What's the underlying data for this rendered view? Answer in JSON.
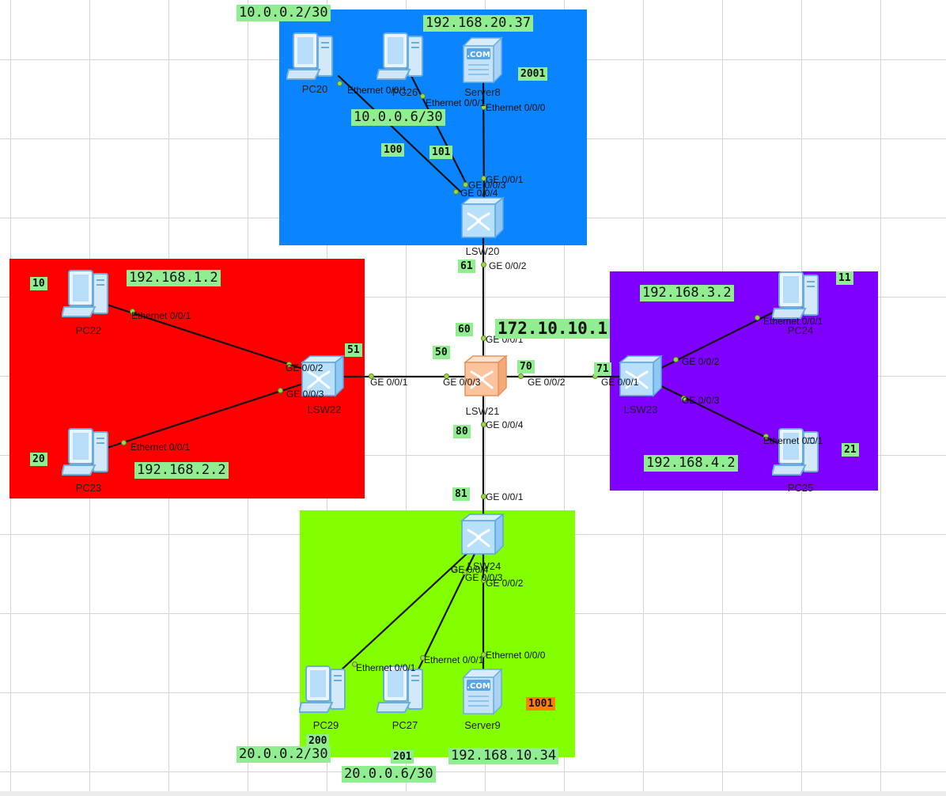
{
  "colors": {
    "area_blue": "#0a84ff",
    "area_red": "#ff0000",
    "area_purple": "#7f00ff",
    "area_green": "#84ff00",
    "label_bg": "#90ee90",
    "label_orange": "#ff7f00"
  },
  "devices": {
    "pc20": "PC20",
    "pc26": "PC26",
    "server8": "Server8",
    "lsw20": "LSW20",
    "pc22": "PC22",
    "pc23": "PC23",
    "lsw22": "LSW22",
    "lsw21": "LSW21",
    "lsw23": "LSW23",
    "pc24": "PC24",
    "pc25": "PC25",
    "lsw24": "LSW24",
    "pc29": "PC29",
    "pc27": "PC27",
    "server9": "Server9"
  },
  "labels": {
    "net_10_0_0_2": "10.0.0.2/30",
    "ip_192_168_20_37": "192.168.20.37",
    "n2001": "2001",
    "net_10_0_0_6": "10.0.0.6/30",
    "n100": "100",
    "n101": "101",
    "n61": "61",
    "n10": "10",
    "ip_192_168_1_2": "192.168.1.2",
    "n51": "51",
    "n20": "20",
    "ip_192_168_2_2": "192.168.2.2",
    "n60": "60",
    "n50": "50",
    "ip_172_10_10_1": "172.10.10.1",
    "n70": "70",
    "n71": "71",
    "ip_192_168_3_2": "192.168.3.2",
    "n11": "11",
    "ip_192_168_4_2": "192.168.4.2",
    "n21": "21",
    "n80": "80",
    "n81": "81",
    "n1001": "1001",
    "n200": "200",
    "net_20_0_0_2": "20.0.0.2/30",
    "n201": "201",
    "ip_192_168_10_34": "192.168.10.34",
    "net_20_0_0_6": "20.0.0.6/30"
  },
  "ports": {
    "pc20_eth": "Ethernet 0/0/1",
    "pc26_eth": "Ethernet 0/0/1",
    "server8_eth": "Ethernet 0/0/0",
    "lsw20_g1": "GE 0/0/1",
    "lsw20_g3": "GE 0/0/3",
    "lsw20_g4": "GE 0/0/4",
    "lsw20_g2": "GE 0/0/2",
    "pc22_eth": "Ethernet 0/0/1",
    "pc23_eth": "Ethernet 0/0/1",
    "lsw22_g2": "GE 0/0/2",
    "lsw22_g3": "GE 0/0/3",
    "lsw22_g1": "GE 0/0/1",
    "lsw21_g1": "GE 0/0/1",
    "lsw21_g3": "GE 0/0/3",
    "lsw21_g2": "GE 0/0/2",
    "lsw21_g4": "GE 0/0/4",
    "lsw23_g1": "GE 0/0/1",
    "lsw23_g2": "GE 0/0/2",
    "lsw23_g3": "GE 0/0/3",
    "pc24_eth": "Ethernet 0/0/1",
    "pc25_eth": "Ethernet 0/0/1",
    "lsw24_g1": "GE 0/0/1",
    "lsw24_g4": "GE 0/0/4",
    "lsw24_g3": "GE 0/0/3",
    "lsw24_g2": "GE 0/0/2",
    "pc29_eth": "Ethernet 0/0/1",
    "pc27_eth": "Ethernet 0/0/1",
    "server9_eth": "Ethernet 0/0/0"
  }
}
